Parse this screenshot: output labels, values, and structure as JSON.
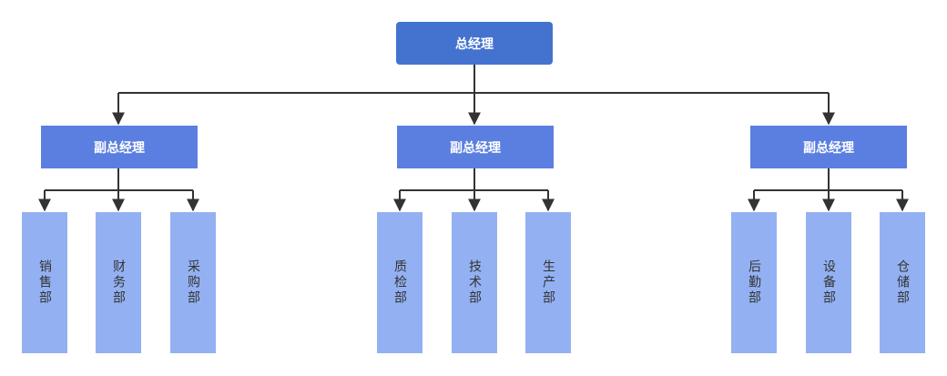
{
  "ceo": {
    "label": "总经理"
  },
  "vps": [
    {
      "label": "副总经理",
      "departments": [
        {
          "label": "销售部"
        },
        {
          "label": "财务部"
        },
        {
          "label": "采购部"
        }
      ]
    },
    {
      "label": "副总经理",
      "departments": [
        {
          "label": "质检部"
        },
        {
          "label": "技术部"
        },
        {
          "label": "生产部"
        }
      ]
    },
    {
      "label": "副总经理",
      "departments": [
        {
          "label": "后勤部"
        },
        {
          "label": "设备部"
        },
        {
          "label": "仓储部"
        }
      ]
    }
  ],
  "colors": {
    "ceo_fill": "#4472cf",
    "vp_fill": "#5b7fe0",
    "dept_fill": "#93b1f2",
    "connector": "#333333"
  }
}
